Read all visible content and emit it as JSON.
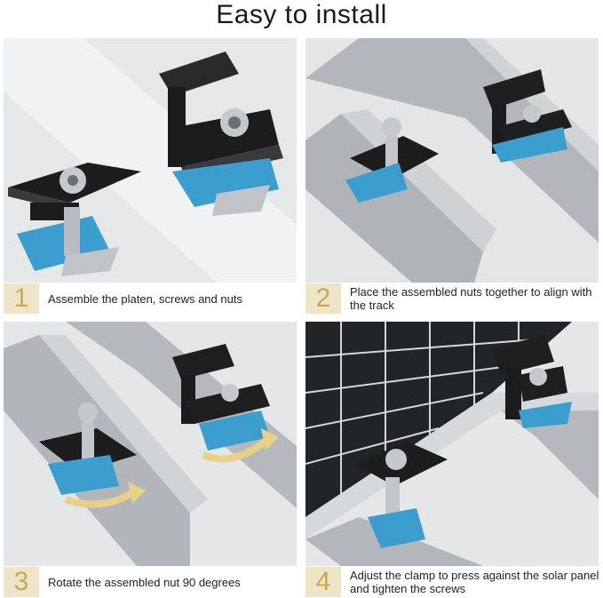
{
  "page": {
    "title": "Easy to install"
  },
  "steps": [
    {
      "number": "1",
      "caption": "Assemble the platen, screws and nuts"
    },
    {
      "number": "2",
      "caption": "Place the assembled nuts together to align with the track"
    },
    {
      "number": "3",
      "caption": "Rotate the assembled nut 90 degrees"
    },
    {
      "number": "4",
      "caption": "Adjust the clamp to press against the solar panel and tighten the screws"
    }
  ],
  "colors": {
    "number_badge_bg": "#eee5c8",
    "number_badge_text": "#c8a95a",
    "clamp": "#1d1d1f",
    "nut": "#3b9ecf",
    "rail": "#b8bcc0",
    "arrow": "#e6d08a"
  }
}
